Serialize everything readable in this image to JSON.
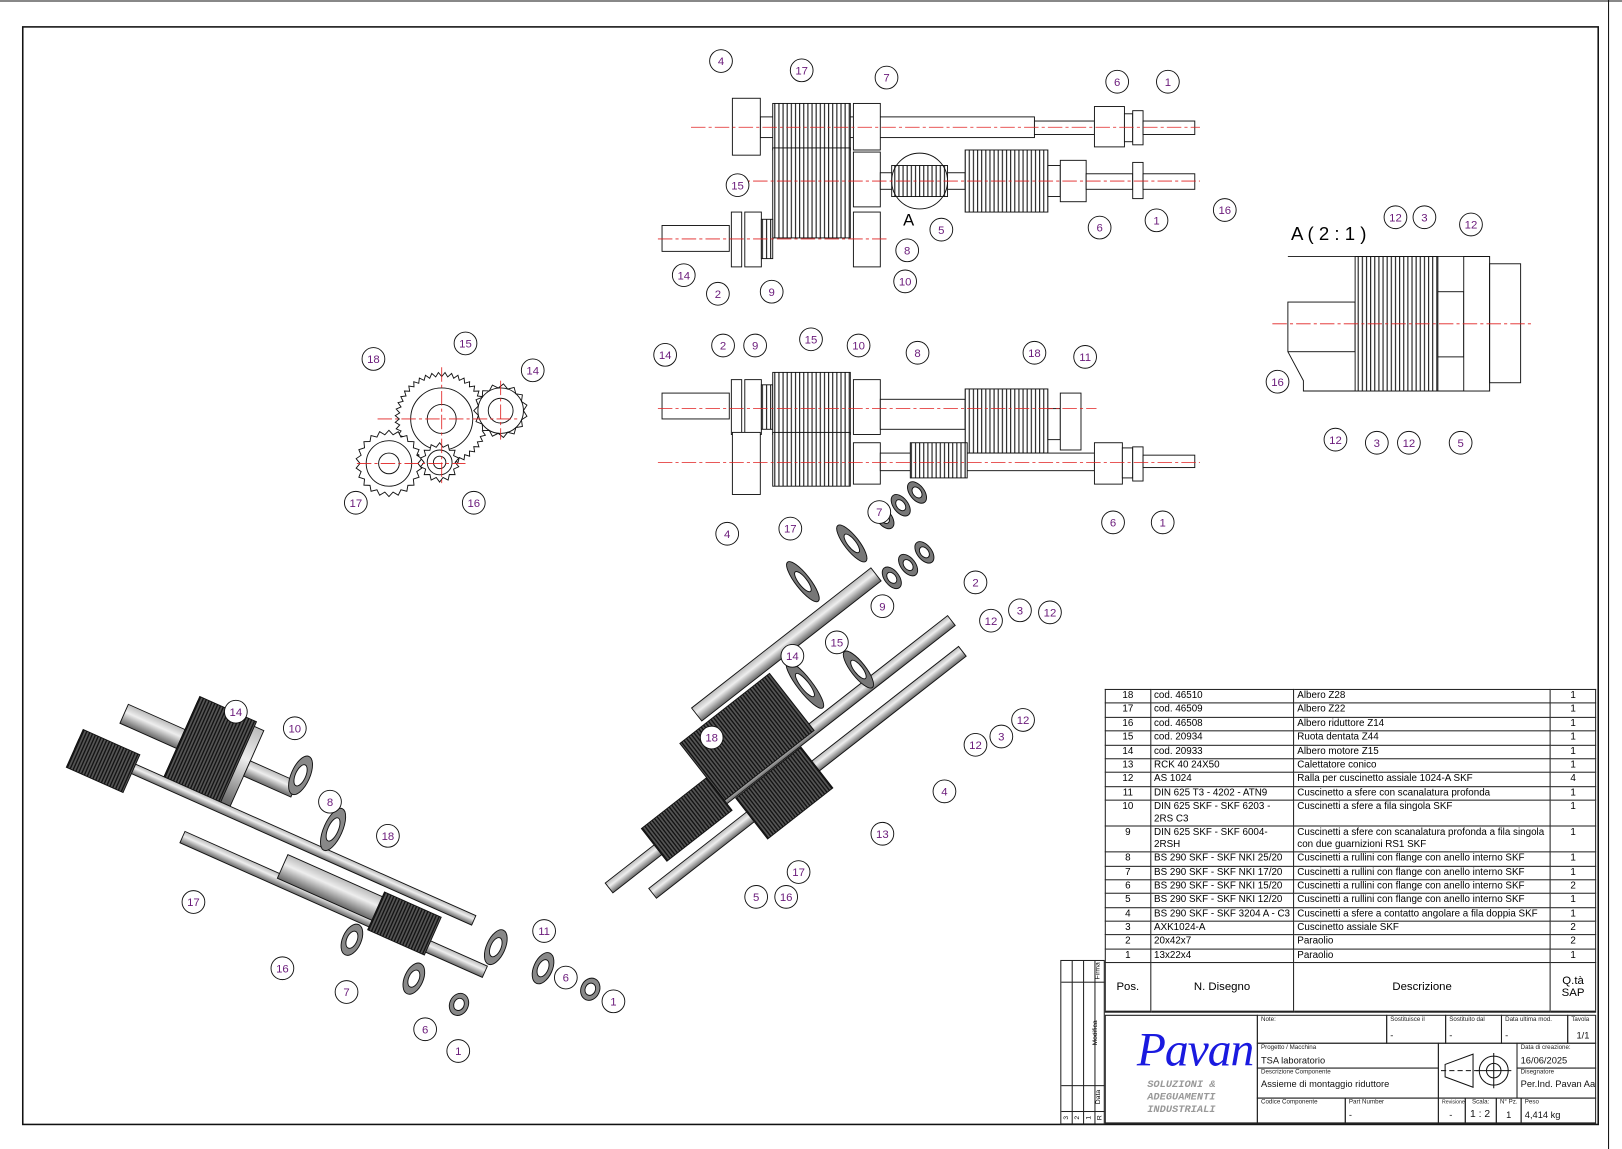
{
  "drawing": {
    "top_view": {
      "balloons": [
        "4",
        "17",
        "7",
        "6",
        "1",
        "15",
        "5",
        "8",
        "6",
        "1",
        "16",
        "10",
        "14",
        "2",
        "9"
      ],
      "detail_marker": "A"
    },
    "detail_view": {
      "title": "A ( 2 : 1 )",
      "balloons": [
        "12",
        "3",
        "12",
        "16",
        "12",
        "3",
        "12",
        "5"
      ]
    },
    "front_view": {
      "balloons": [
        "18",
        "15",
        "14",
        "17",
        "16"
      ]
    },
    "side_view": {
      "balloons": [
        "14",
        "2",
        "9",
        "15",
        "10",
        "8",
        "18",
        "11",
        "4",
        "17",
        "7",
        "6",
        "1"
      ]
    },
    "exploded_left": {
      "balloons": [
        "14",
        "10",
        "8",
        "18",
        "17",
        "16",
        "7",
        "11",
        "6",
        "6",
        "1",
        "1"
      ]
    },
    "exploded_right": {
      "balloons": [
        "9",
        "2",
        "12",
        "3",
        "12",
        "14",
        "15",
        "18",
        "12",
        "3",
        "12",
        "4",
        "13",
        "5",
        "16",
        "17"
      ]
    }
  },
  "bom": {
    "rows": [
      {
        "pos": "18",
        "code": "cod. 46510",
        "desc": "Albero Z28",
        "qty": "1"
      },
      {
        "pos": "17",
        "code": "cod. 46509",
        "desc": "Albero Z22",
        "qty": "1"
      },
      {
        "pos": "16",
        "code": "cod. 46508",
        "desc": "Albero riduttore Z14",
        "qty": "1"
      },
      {
        "pos": "15",
        "code": "cod. 20934",
        "desc": "Ruota dentata Z44",
        "qty": "1"
      },
      {
        "pos": "14",
        "code": "cod. 20933",
        "desc": "Albero motore Z15",
        "qty": "1"
      },
      {
        "pos": "13",
        "code": "RCK 40 24X50",
        "desc": "Calettatore conico",
        "qty": "1"
      },
      {
        "pos": "12",
        "code": "AS 1024",
        "desc": "Ralla per cuscinetto assiale 1024-A SKF",
        "qty": "4"
      },
      {
        "pos": "11",
        "code": "DIN 625 T3 - 4202 - ATN9",
        "desc": "Cuscinetto a sfere con scanalatura profonda",
        "qty": "1"
      },
      {
        "pos": "10",
        "code": "DIN 625 SKF - SKF 6203 - 2RS C3",
        "desc": "Cuscinetti a sfere a fila singola SKF",
        "qty": "1"
      },
      {
        "pos": "9",
        "code": "DIN 625 SKF - SKF 6004-2RSH",
        "desc": "Cuscinetti a sfere con scanalatura profonda a fila singola con due guarnizioni RS1 SKF",
        "qty": "1"
      },
      {
        "pos": "8",
        "code": "BS 290 SKF - SKF NKI 25/20",
        "desc": "Cuscinetti a rullini con flange con anello interno SKF",
        "qty": "1"
      },
      {
        "pos": "7",
        "code": "BS 290 SKF - SKF NKI 17/20",
        "desc": "Cuscinetti a rullini con flange con anello interno SKF",
        "qty": "1"
      },
      {
        "pos": "6",
        "code": "BS 290 SKF - SKF NKI 15/20",
        "desc": "Cuscinetti a rullini con flange con anello interno SKF",
        "qty": "2"
      },
      {
        "pos": "5",
        "code": "BS 290 SKF - SKF NKI 12/20",
        "desc": "Cuscinetti a rullini con flange con anello interno SKF",
        "qty": "1"
      },
      {
        "pos": "4",
        "code": "BS 290 SKF - SKF 3204 A - C3",
        "desc": "Cuscinetti a sfere a contatto angolare a fila doppia SKF",
        "qty": "1"
      },
      {
        "pos": "3",
        "code": "AXK1024-A",
        "desc": "Cuscinetto assiale SKF",
        "qty": "2"
      },
      {
        "pos": "2",
        "code": "20x42x7",
        "desc": "Paraolio",
        "qty": "2"
      },
      {
        "pos": "1",
        "code": "13x22x4",
        "desc": "Paraolio",
        "qty": "1"
      }
    ],
    "headers": {
      "pos": "Pos.",
      "code": "N. Disegno",
      "desc": "Descrizione",
      "qty": "Q.tà SAP"
    }
  },
  "title_block": {
    "logo": {
      "name": "Pavan",
      "tagline_1": "SOLUZIONI &",
      "tagline_2": "ADEGUAMENTI",
      "tagline_3": "INDUSTRIALI",
      "color": "#1a1adf"
    },
    "revision": {
      "firma": "Firma",
      "modifica": "Modifica",
      "data": "Data",
      "rows": [
        "3",
        "2",
        "1",
        "R"
      ]
    },
    "note_label": "Note:",
    "sostituisce_label": "Sostituisce il",
    "sostituisce": "-",
    "sostituito_label": "Sostituito dal",
    "sostituito": "-",
    "ultima_mod_label": "Data ultima mod.",
    "ultima_mod": "-",
    "tavola_label": "Tavola",
    "tavola": "1/1",
    "progetto_label": "Progetto / Macchina",
    "progetto": "TSA laboratorio",
    "descrizione_label": "Descrizione Componente",
    "descrizione": "Assieme di montaggio riduttore",
    "creazione_label": "Data di creazione:",
    "creazione": "16/06/2025",
    "disegnatore_label": "Disegnatore",
    "disegnatore": "Per.Ind. Pavan Aaron",
    "codice_label": "Codice Componente",
    "codice": "",
    "part_label": "Part Number",
    "part": "-",
    "revisione_label": "Revisione",
    "revisione": "-",
    "scala_label": "Scala:",
    "scala": "1 : 2",
    "npz_label": "N° Pz.",
    "npz": "1",
    "peso_label": "Peso",
    "peso": "4,414 kg"
  },
  "colors": {
    "balloon": "#6a1a7a",
    "centerline": "#e02020",
    "line": "#111111"
  }
}
